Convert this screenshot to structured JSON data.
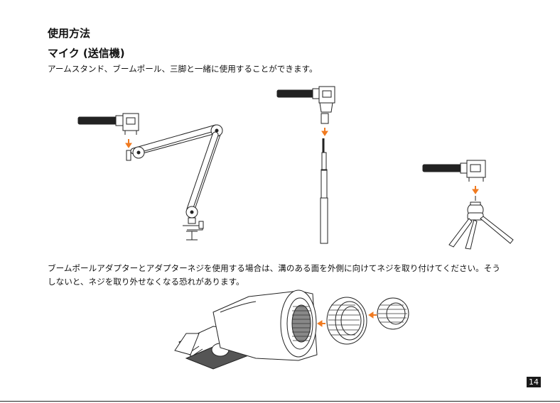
{
  "section_title": "使用方法",
  "subsection_title": "マイク (送信機)",
  "intro_text": "アームスタンド、ブームポール、三脚と一緒に使用することができます。",
  "note_line1": "ブームポールアダプターとアダプターネジを使用する場合は、溝のある面を外側に向けてネジを取り付けてください。そう",
  "note_line2": "しないと、ネジを取り外せなくなる恐れがあります。",
  "page_number": "14",
  "colors": {
    "accent_arrow": "#f07a20",
    "text": "#111111",
    "page_badge": "#1a1a1a"
  },
  "figures": [
    "microphone-on-arm-stand-illustration",
    "microphone-on-boom-pole-illustration",
    "microphone-on-tripod-illustration",
    "adapter-screw-orientation-illustration"
  ]
}
